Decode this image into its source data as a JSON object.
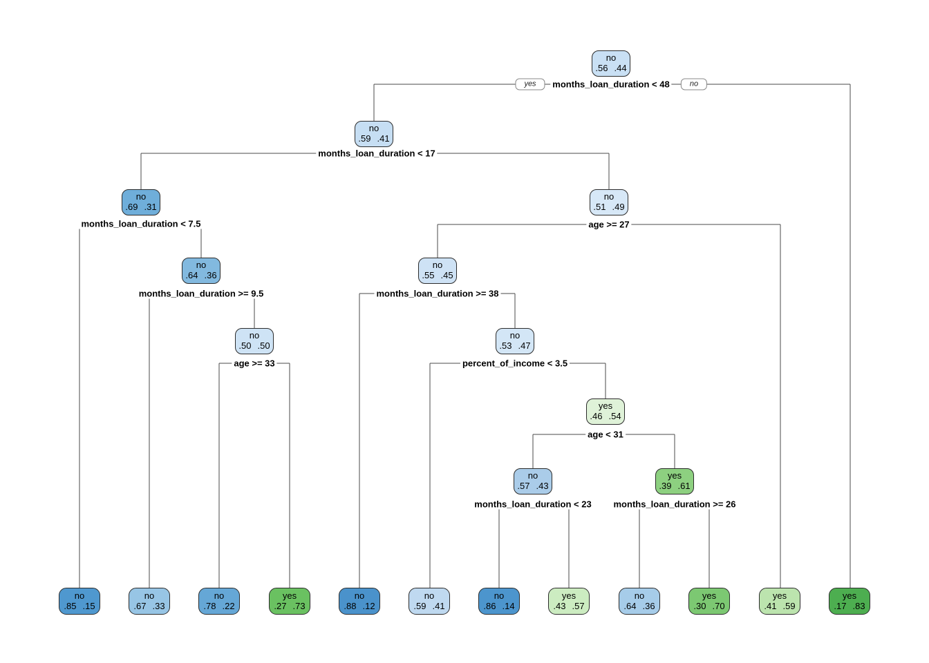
{
  "figure": {
    "background": "#ffffff",
    "line_color": "#4a4a4a",
    "type": "decision-tree (rpart) for loan default prediction"
  },
  "branch_labels": {
    "yes": "yes",
    "no": "no"
  },
  "tree": {
    "internal": [
      {
        "label": "no",
        "p_left": ".56",
        "p_right": ".44",
        "split": "months_loan_duration < 48",
        "fill": "#C9E0F4"
      },
      {
        "label": "no",
        "p_left": ".59",
        "p_right": ".41",
        "split": "months_loan_duration < 17",
        "fill": "#C6DEF3"
      },
      {
        "label": "no",
        "p_left": ".69",
        "p_right": ".31",
        "split": "months_loan_duration < 7.5",
        "fill": "#6FAEDA"
      },
      {
        "label": "no",
        "p_left": ".64",
        "p_right": ".36",
        "split": "months_loan_duration >= 9.5",
        "fill": "#82B9DF"
      },
      {
        "label": "no",
        "p_left": ".50",
        "p_right": ".50",
        "split": "age >= 33",
        "fill": "#CEE3F5"
      },
      {
        "label": "no",
        "p_left": ".51",
        "p_right": ".49",
        "split": "age >= 27",
        "fill": "#D7E8F7"
      },
      {
        "label": "no",
        "p_left": ".55",
        "p_right": ".45",
        "split": "months_loan_duration >= 38",
        "fill": "#CEE2F5"
      },
      {
        "label": "no",
        "p_left": ".53",
        "p_right": ".47",
        "split": "percent_of_income < 3.5",
        "fill": "#D3E6F6"
      },
      {
        "label": "yes",
        "p_left": ".46",
        "p_right": ".54",
        "split": "age < 31",
        "fill": "#DFF2D8"
      },
      {
        "label": "no",
        "p_left": ".57",
        "p_right": ".43",
        "split": "months_loan_duration < 23",
        "fill": "#AACCE9"
      },
      {
        "label": "yes",
        "p_left": ".39",
        "p_right": ".61",
        "split": "months_loan_duration >= 26",
        "fill": "#8DD080"
      }
    ],
    "leaves": [
      {
        "label": "no",
        "p_left": ".85",
        "p_right": ".15",
        "fill": "#4F98CF"
      },
      {
        "label": "no",
        "p_left": ".67",
        "p_right": ".33",
        "fill": "#97C5E5"
      },
      {
        "label": "no",
        "p_left": ".78",
        "p_right": ".22",
        "fill": "#65A7D6"
      },
      {
        "label": "yes",
        "p_left": ".27",
        "p_right": ".73",
        "fill": "#6AC161"
      },
      {
        "label": "no",
        "p_left": ".88",
        "p_right": ".12",
        "fill": "#4A92CB"
      },
      {
        "label": "no",
        "p_left": ".59",
        "p_right": ".41",
        "fill": "#BFD9F0"
      },
      {
        "label": "no",
        "p_left": ".86",
        "p_right": ".14",
        "fill": "#4C95CD"
      },
      {
        "label": "yes",
        "p_left": ".43",
        "p_right": ".57",
        "fill": "#CCECC1"
      },
      {
        "label": "no",
        "p_left": ".64",
        "p_right": ".36",
        "fill": "#A6CCE9"
      },
      {
        "label": "yes",
        "p_left": ".30",
        "p_right": ".70",
        "fill": "#7CC872"
      },
      {
        "label": "yes",
        "p_left": ".41",
        "p_right": ".59",
        "fill": "#BCE4AE"
      },
      {
        "label": "yes",
        "p_left": ".17",
        "p_right": ".83",
        "fill": "#4DAE50"
      }
    ]
  }
}
